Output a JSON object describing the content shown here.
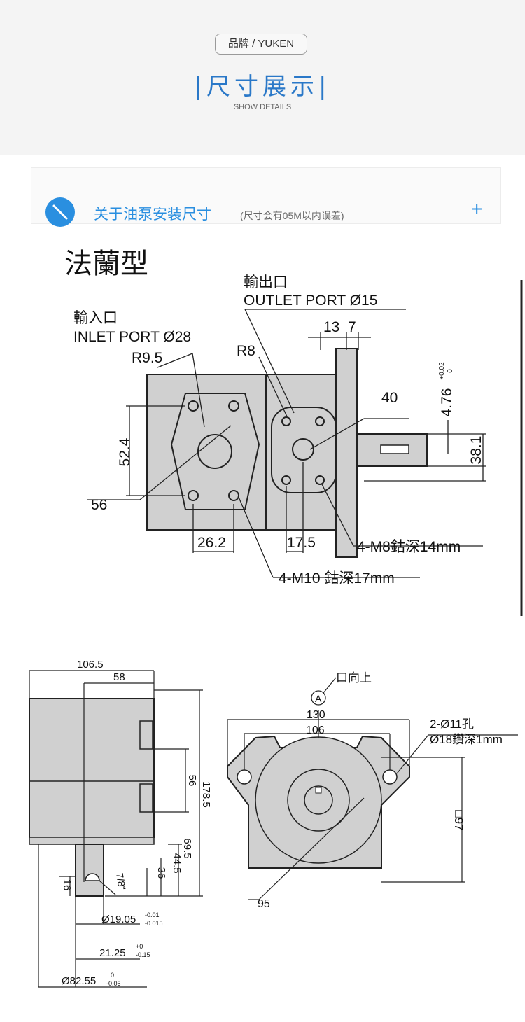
{
  "header": {
    "brand": "品牌 / YUKEN",
    "title": "尺寸展示",
    "subtitle": "SHOW DETAILS"
  },
  "section": {
    "title": "关于油泵安装尺寸",
    "note": "(尺寸会有05M以内误差)",
    "expand_icon": "plus-icon",
    "accent": "#2a8fe0"
  },
  "flange": {
    "title": "法蘭型",
    "outlet_cn": "輸出口",
    "outlet_en": "OUTLET PORT Ø15",
    "inlet_cn": "輸入口",
    "inlet_en": "INLET PORT Ø28",
    "r95": "R9.5",
    "r8": "R8",
    "d13": "13",
    "d7": "7",
    "d476": "4.76",
    "tol476a": "+0.02",
    "tol476b": "0",
    "d40": "40",
    "d524": "52.4",
    "d381": "38.1",
    "d56": "56",
    "d262": "26.2",
    "d175": "17.5",
    "m8": "4-M8鈷深14mm",
    "m10": "4-M10 鈷深17mm"
  },
  "side": {
    "d1065": "106.5",
    "d58": "58",
    "d56": "56",
    "d1785": "178.5",
    "d695": "69.5",
    "d445": "44.5",
    "d36": "36",
    "d16": "16",
    "d78": "7/8\"",
    "d1905": "Ø19.05",
    "tol1905a": "-0.01",
    "tol1905b": "-0.015",
    "d2125": "21.25",
    "tol2125a": "+0",
    "tol2125b": "-0.15",
    "d8255": "Ø82.55",
    "tol8255a": "0",
    "tol8255b": "-0.05"
  },
  "front": {
    "up": "口向上",
    "a": "A",
    "d130": "130",
    "d106": "106",
    "holes": "2-Ø11孔",
    "spot": "Ø18鑽深1mm",
    "sq97": "□97",
    "d95": "95"
  }
}
